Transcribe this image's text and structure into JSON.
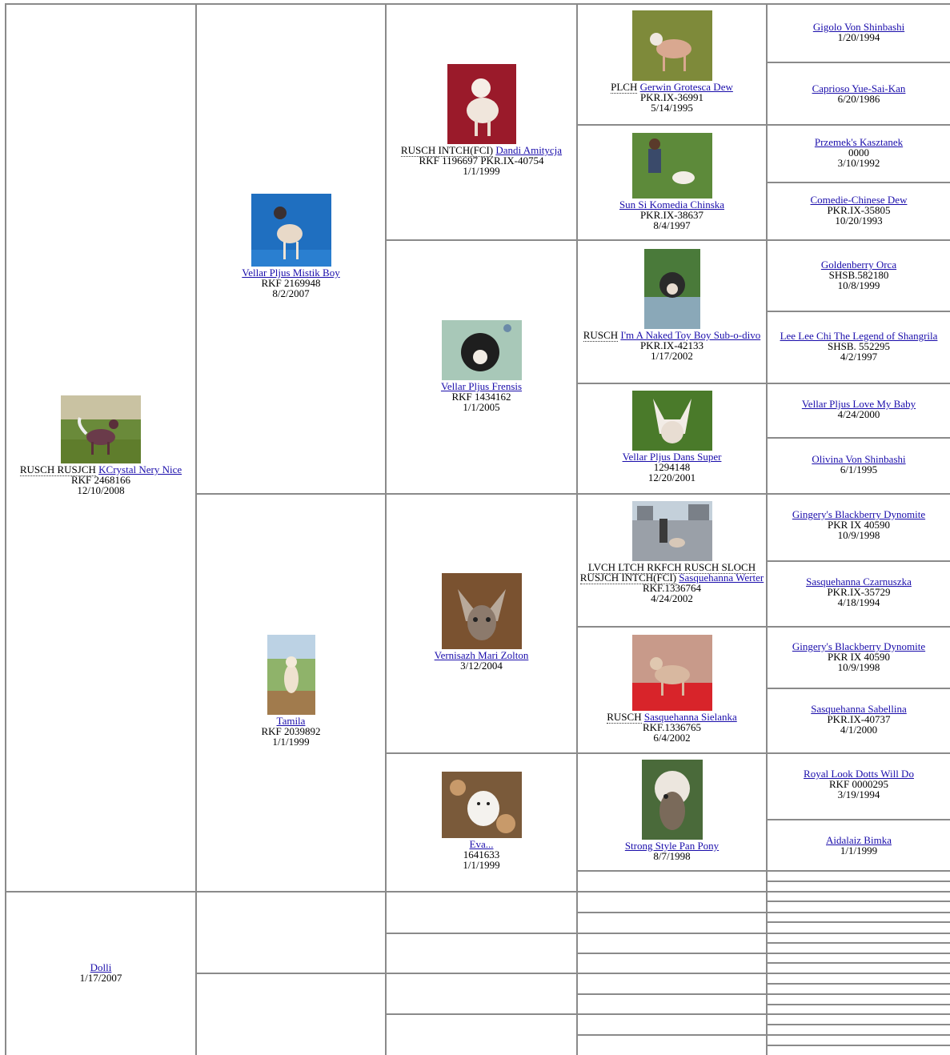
{
  "gen1": [
    {
      "titles": "RUSCH RUSJCH",
      "name": "KCrystal Nery Nice",
      "reg": "RKF 2468166",
      "date": "12/10/2008",
      "photo": "photo-dog-icon"
    },
    {
      "titles": "",
      "name": "Dolli",
      "reg": "",
      "date": "1/17/2007",
      "photo": ""
    }
  ],
  "gen2": [
    {
      "titles": "",
      "name": "Vellar Pljus Mistik Boy",
      "reg": "RKF 2169948",
      "date": "8/2/2007"
    },
    {
      "titles": "",
      "name": "Tamila",
      "reg": "RKF 2039892",
      "date": "1/1/1999"
    }
  ],
  "gen3": [
    {
      "titles": "RUSCH INTCH(FCI)",
      "name": "Dandi Amitycja",
      "reg": "RKF 1196697 PKR.IX-40754",
      "date": "1/1/1999"
    },
    {
      "titles": "",
      "name": "Vellar Pljus Frensis",
      "reg": "RKF 1434162",
      "date": "1/1/2005"
    },
    {
      "titles": "",
      "name": "Vernisazh Mari Zolton",
      "reg": "",
      "date": "3/12/2004"
    },
    {
      "titles": "",
      "name": "Eva...",
      "reg": "1641633",
      "date": "1/1/1999"
    }
  ],
  "gen4": [
    {
      "titles": "PLCH",
      "name": "Gerwin Grotesca Dew",
      "reg": "PKR.IX-36991",
      "date": "5/14/1995"
    },
    {
      "titles": "",
      "name": "Sun Si Komedia Chinska",
      "reg": "PKR.IX-38637",
      "date": "8/4/1997"
    },
    {
      "titles": "RUSCH",
      "name": "I'm A Naked Toy Boy Sub-o-divo",
      "reg": "PKR.IX-42133",
      "date": "1/17/2002"
    },
    {
      "titles": "",
      "name": "Vellar Pljus Dans Super",
      "reg": "1294148",
      "date": "12/20/2001"
    },
    {
      "titles": "LVCH LTCH RKFCH RUSCH SLOCH RUSJCH INTCH(FCI)",
      "name": "Sasquehanna Werter",
      "reg": "RKF.1336764",
      "date": "4/24/2002"
    },
    {
      "titles": "RUSCH",
      "name": "Sasquehanna Sielanka",
      "reg": "RKF.1336765",
      "date": "6/4/2002"
    },
    {
      "titles": "",
      "name": "Strong Style Pan Pony",
      "reg": "",
      "date": "8/7/1998"
    }
  ],
  "gen5": [
    {
      "name": "Gigolo Von Shinbashi",
      "reg": "",
      "date": "1/20/1994"
    },
    {
      "name": "Caprioso Yue-Sai-Kan",
      "reg": "",
      "date": "6/20/1986"
    },
    {
      "name": "Przemek's Kasztanek",
      "reg": "0000",
      "date": "3/10/1992"
    },
    {
      "name": "Comedie-Chinese Dew",
      "reg": "PKR.IX-35805",
      "date": "10/20/1993"
    },
    {
      "name": "Goldenberry Orca",
      "reg": "SHSB.582180",
      "date": "10/8/1999"
    },
    {
      "name": "Lee Lee Chi The Legend of Shangrila",
      "reg": "SHSB. 552295",
      "date": "4/2/1997"
    },
    {
      "name": "Vellar Pljus Love My Baby",
      "reg": "",
      "date": "4/24/2000"
    },
    {
      "name": "Olivina Von Shinbashi",
      "reg": "",
      "date": "6/1/1995"
    },
    {
      "name": "Gingery's Blackberry Dynomite",
      "reg": "PKR IX 40590",
      "date": "10/9/1998"
    },
    {
      "name": "Sasquehanna Czarnuszka",
      "reg": "PKR.IX-35729",
      "date": "4/18/1994"
    },
    {
      "name": "Gingery's Blackberry Dynomite",
      "reg": "PKR IX 40590",
      "date": "10/9/1998"
    },
    {
      "name": "Sasquehanna Sabellina",
      "reg": "PKR.IX-40737",
      "date": "4/1/2000"
    },
    {
      "name": "Royal Look Dotts Will Do",
      "reg": "RKF 0000295",
      "date": "3/19/1994"
    },
    {
      "name": "Aidalaiz Bimka",
      "reg": "",
      "date": "1/1/1999"
    }
  ]
}
